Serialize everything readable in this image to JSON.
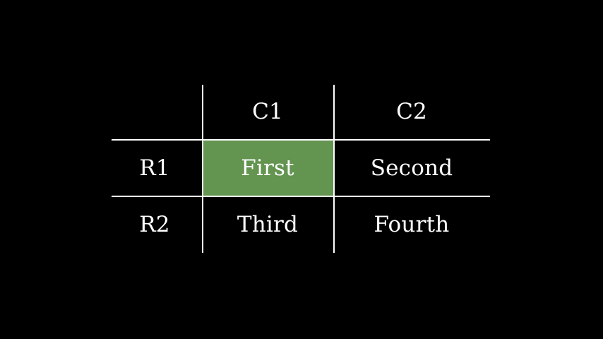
{
  "figure": {
    "background_color": "#000000",
    "text_color": "#ffffff",
    "rule_color": "#ffffff",
    "highlight_color": "#639450",
    "corner_label": ""
  },
  "table": {
    "column_headers": [
      "",
      "C1",
      "C2"
    ],
    "row_headers": [
      "R1",
      "R2"
    ],
    "rows": [
      {
        "header": "R1",
        "cells": [
          "First",
          "Second"
        ]
      },
      {
        "header": "R2",
        "cells": [
          "Third",
          "Fourth"
        ]
      }
    ],
    "highlighted_cell": {
      "row": "R1",
      "column": "C1",
      "value": "First",
      "color": "#639450"
    }
  }
}
